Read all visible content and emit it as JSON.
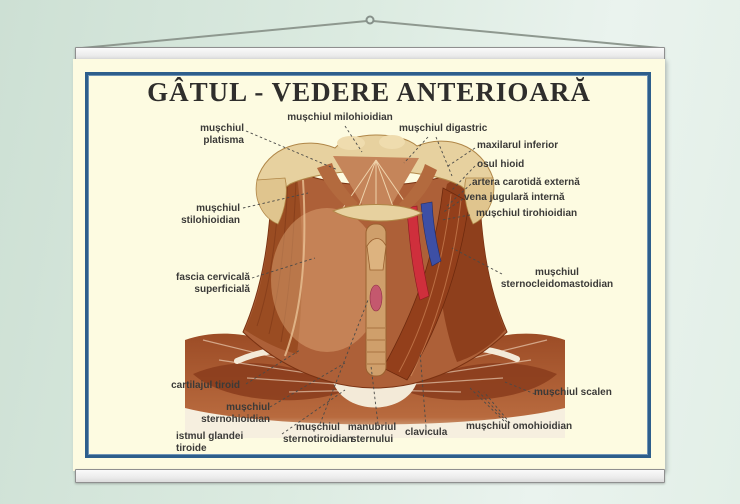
{
  "scene": {
    "background_color": "#d8e9de",
    "rail_color": "#ededed",
    "string_color": "#8e988f"
  },
  "poster": {
    "title": "GÂTUL - VEDERE ANTERIOARĂ",
    "paper_color": "#fdfbe1",
    "frame_color": "#2d5e8c"
  },
  "illustration": {
    "subject": "anterior view of neck musculature",
    "bone_color": "#e7d19f",
    "muscle_color": "#a9603a",
    "deep_muscle_color": "#8e3f1c",
    "artery_color": "#cf2f3c",
    "vein_color": "#3d4fa5"
  },
  "labels": [
    {
      "id": "platisma",
      "text": "mușchiul platisma"
    },
    {
      "id": "milohioidian",
      "text": "mușchiul milohioidian"
    },
    {
      "id": "digastric",
      "text": "mușchiul digastric"
    },
    {
      "id": "maxilar",
      "text": "maxilarul inferior"
    },
    {
      "id": "hioid",
      "text": "osul hioid"
    },
    {
      "id": "artera",
      "text": "artera carotidă externă"
    },
    {
      "id": "vena",
      "text": "vena jugulară internă"
    },
    {
      "id": "tirohioidian",
      "text": "mușchiul tirohioidian"
    },
    {
      "id": "stilohioidian",
      "text": "mușchiul stilohioidian"
    },
    {
      "id": "fascia",
      "text": "fascia cervicală superficială"
    },
    {
      "id": "scm",
      "text": "mușchiul\nsternocleidomastoidian"
    },
    {
      "id": "cartilaj",
      "text": "cartilajul tiroid"
    },
    {
      "id": "sternohioidian",
      "text": "mușchiul sternohioidian"
    },
    {
      "id": "istmul",
      "text": "istmul glandei tiroide"
    },
    {
      "id": "sternotiroidian",
      "text": "mușchiul\nsternotiroidian"
    },
    {
      "id": "manubriul",
      "text": "manubriul\nsternului"
    },
    {
      "id": "clavicula",
      "text": "clavicula"
    },
    {
      "id": "omohioidian",
      "text": "mușchiul omohioidian"
    },
    {
      "id": "scalen",
      "text": "mușchiul scalen"
    }
  ]
}
